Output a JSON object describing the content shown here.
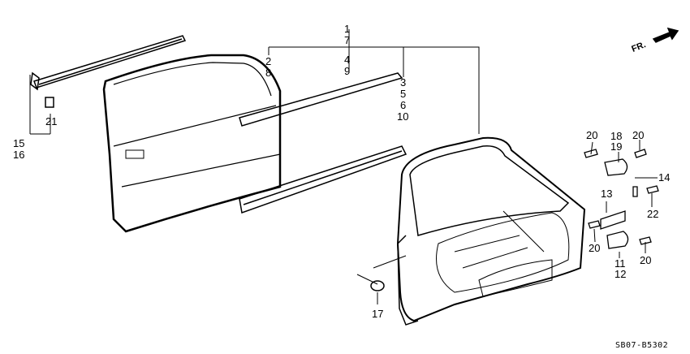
{
  "diagram": {
    "direction_label": "FR.",
    "diagram_code": "SB07-B5302",
    "callouts": {
      "c1": "1",
      "c7": "7",
      "c4": "4",
      "c9": "9",
      "c2": "2",
      "c8": "8",
      "c3": "3",
      "c5": "5",
      "c6": "6",
      "c10": "10",
      "c21": "21",
      "c15": "15",
      "c16": "16",
      "c17": "17",
      "c18": "18",
      "c19": "19",
      "c20a": "20",
      "c20b": "20",
      "c20c": "20",
      "c20d": "20",
      "c14": "14",
      "c13": "13",
      "c22": "22",
      "c11": "11",
      "c12": "12"
    }
  }
}
